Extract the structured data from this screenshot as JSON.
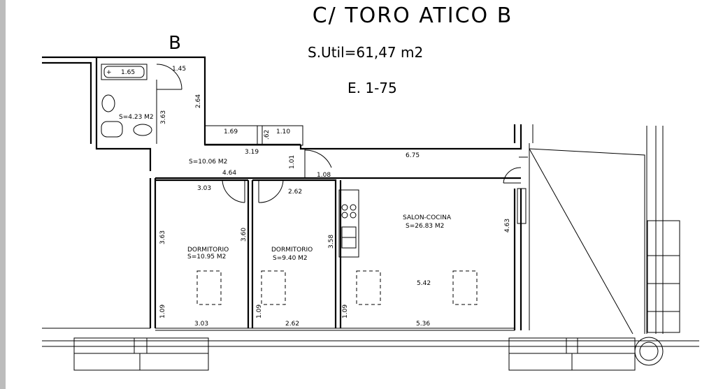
{
  "header": {
    "title": "C/ TORO ATICO B",
    "letter": "B",
    "surface": "S.Util=61,47 m2",
    "scale": "E. 1-75"
  },
  "rooms": {
    "bath_area": "S=4.23 M2",
    "hall_area": "S=10.06 M2",
    "bed1_name": "DORMITORIO",
    "bed1_area": "S=10.95 M2",
    "bed2_name": "DORMITORIO",
    "bed2_area": "S=9.40 M2",
    "salon_name": "SALON-COCINA",
    "salon_area": "S=26.83 M2"
  },
  "dims": {
    "d165": "1.65",
    "d145": "1.45",
    "d264": "2.64",
    "d363a": "3.63",
    "d169": "1.69",
    "d110": "1.10",
    "d62": ".62",
    "d319": "3.19",
    "d101": "1.01",
    "d108": "1.08",
    "d464": "4.64",
    "d675": "6.75",
    "d303a": "3.03",
    "d262a": "2.62",
    "d363b": "3.63",
    "d360": "3.60",
    "d358": "3.58",
    "d463": "4.63",
    "d542": "5.42",
    "d109a": "1.09",
    "d109b": "1.09",
    "d109c": "1.09",
    "d303b": "3.03",
    "d262b": "2.62",
    "d536": "5.36"
  }
}
